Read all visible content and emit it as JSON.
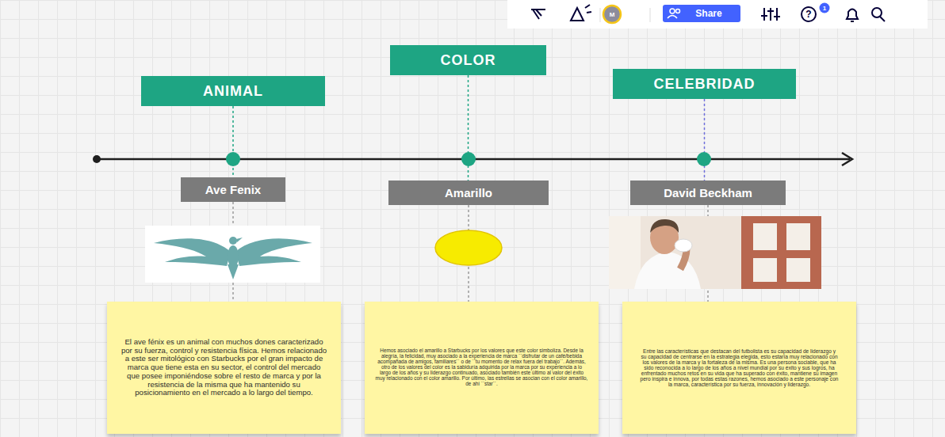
{
  "diagram": {
    "nodes": [
      {
        "text": [
          "ANIMAL"
        ]
      },
      {
        "text": [
          "Ave Fenix"
        ]
      },
      {
        "text": [
          "El ave fénix es un animal con muchos dones caracterizado por su fuerza, control y resistencia física. Hemos relacionado a este ser mitológico con Starbucks por el gran impacto de marca que tiene esta en su sector, el control del mercado que posee imponiéndose sobre el resto de marca y por la resistencia de la misma que ha mantenido su posicionamiento en el mercado a lo largo del tiempo."
        ]
      },
      {
        "text": [
          "COLOR"
        ]
      },
      {
        "text": [
          "Amarillo"
        ]
      },
      {
        "text": [
          "Hemos asociado el amarillo a Starbucks por los valores que este color simboliza. Desde la alegría, la felicidad, muy asociado a la experiencia de marca ``disfrutar de un café/bebida acompañada de amigos, familiares´´ o de ``tu momento de relax fuera del trabajo´´. Además, otro de los valores del color es la sabiduría adquirida por la marca por su experiencia a lo largo de los años y su liderazgo continuado, asociado también este último al valor del éxito muy relacionado con el color amarillo. Por último, las estrellas se asocian con el color amarillo, de ahí ``star´´."
        ]
      },
      {
        "text": [
          "CELEBRIDAD"
        ]
      },
      {
        "text": [
          "David Beckham"
        ]
      },
      {
        "text": [
          "Entre las características que destacan del futbolista es su capacidad de liderazgo y su capacidad de centrarse en la estrategia elegida, esto estaría muy relacionado con los valores de la marca y la fortaleza de la misma. Es una persona sociable, que ha sido reconocida a lo largo de los años a nivel mundial por su éxito y sus logros, ha enfrentado muchos retos en su vida que ha superado con éxito, mantiene su imagen pero inspira e innova, por todas estas razones, hemos asociado a este personaje con la marca, característica por su fuerza, innovación y liderazgo."
        ]
      }
    ],
    "edges": [
      {
        "from": 0,
        "to": 1,
        "arrow": "none"
      },
      {
        "from": 1,
        "to": 2,
        "arrow": "none"
      },
      {
        "from": 3,
        "to": 4,
        "arrow": "none"
      },
      {
        "from": 4,
        "to": 5,
        "arrow": "none"
      },
      {
        "from": 6,
        "to": 7,
        "arrow": "none"
      },
      {
        "from": 7,
        "to": 8,
        "arrow": "none"
      }
    ],
    "labels": [
      "Share",
      "M",
      "?",
      "1"
    ]
  }
}
